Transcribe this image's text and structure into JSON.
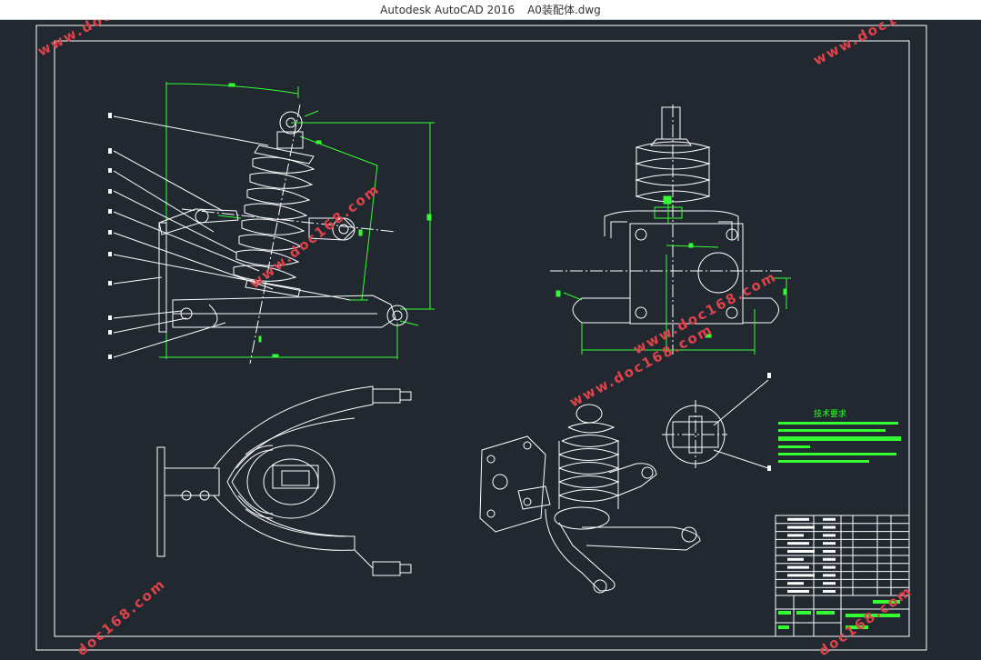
{
  "window": {
    "app_title": "Autodesk AutoCAD 2016",
    "file_name": "A0装配体.dwg"
  },
  "watermark": {
    "text": "www.doc168.com",
    "short_text": "doc168.com"
  },
  "tech_requirements": {
    "heading": "技术要求"
  },
  "colors": {
    "background": "#212830",
    "lines": "#ffffff",
    "dimensions": "#33ff33",
    "watermark": "#e0424a"
  }
}
